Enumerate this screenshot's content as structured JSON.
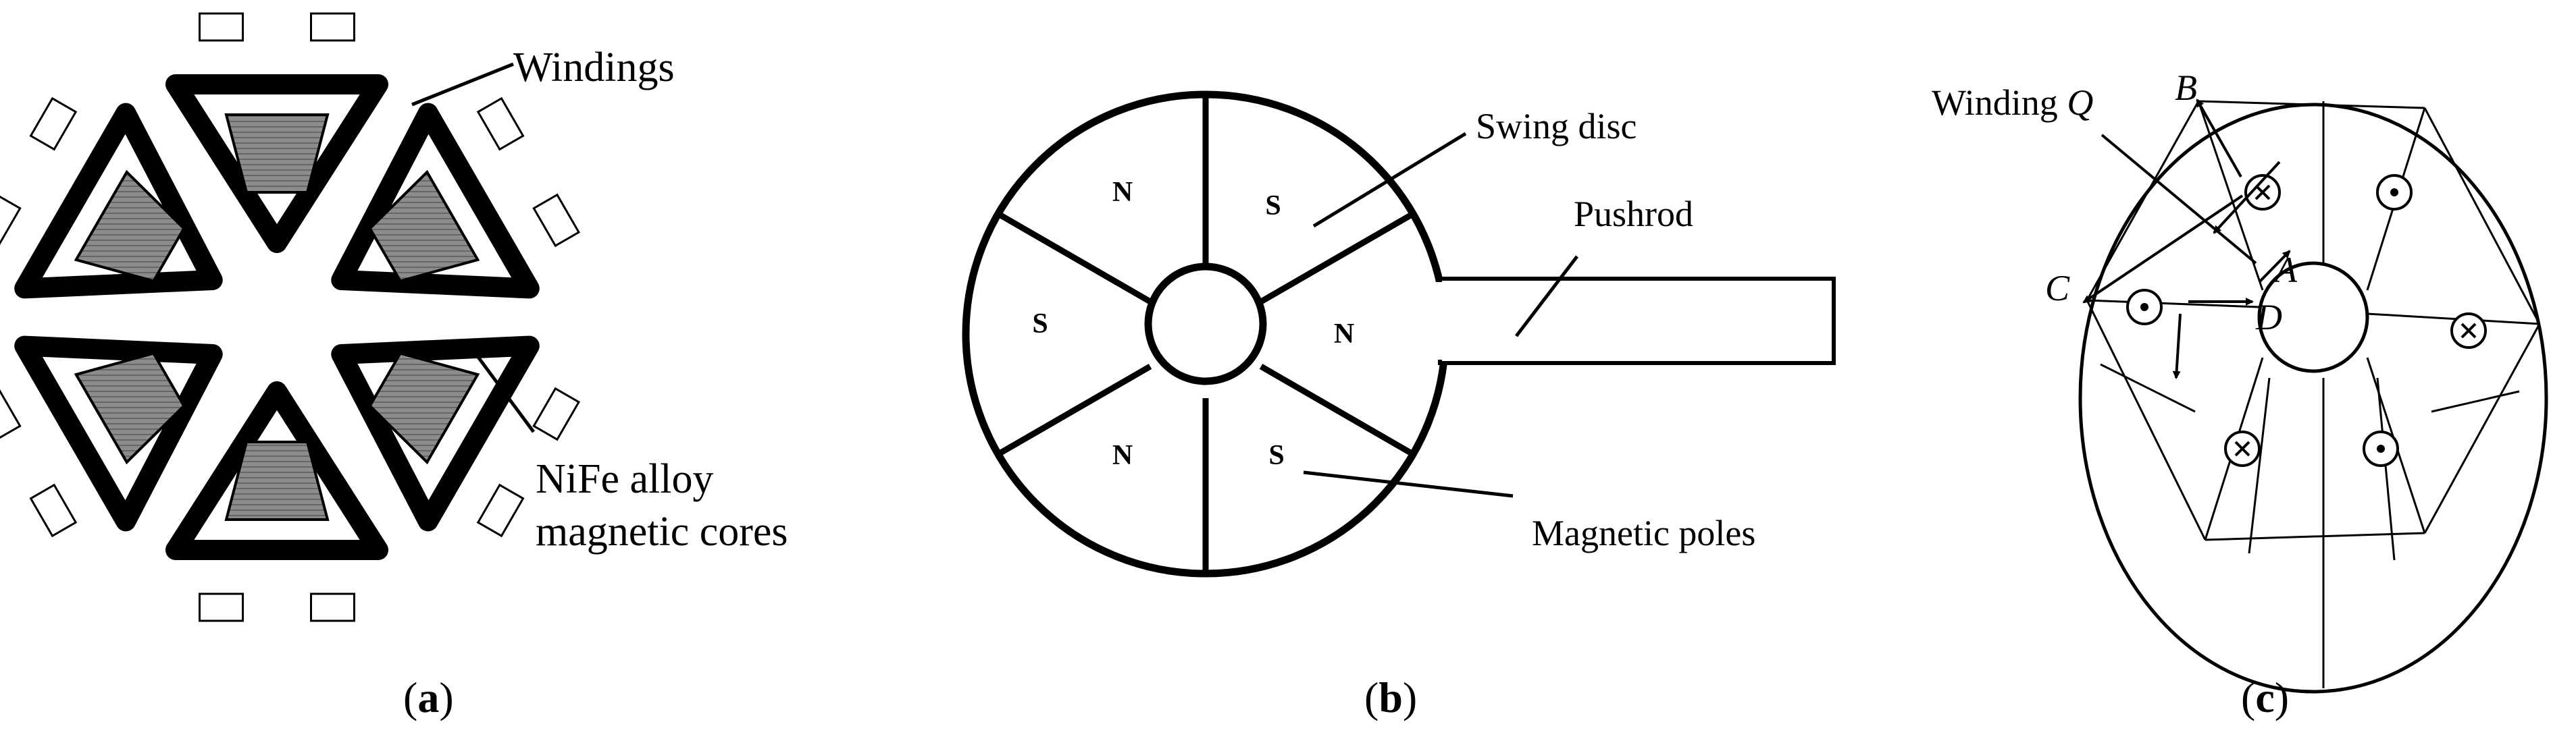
{
  "panel_a": {
    "caption_open": "(",
    "caption_letter": "a",
    "caption_close": ")",
    "label_windings": "Windings",
    "label_cores_line1": "NiFe alloy",
    "label_cores_line2": "magnetic cores",
    "colors": {
      "core_fill": "#8c8c8c",
      "winding": "#000000"
    }
  },
  "panel_b": {
    "caption_open": "(",
    "caption_letter": "b",
    "caption_close": ")",
    "label_swing_disc": "Swing disc",
    "label_pushrod": "Pushrod",
    "label_magnetic_poles": "Magnetic poles",
    "poles": [
      "N",
      "S",
      "N",
      "S",
      "N",
      "S"
    ]
  },
  "panel_c": {
    "caption_open": "(",
    "caption_letter": "c",
    "caption_close": ")",
    "label_winding": "Winding ",
    "label_winding_q": "Q",
    "point_labels": {
      "A": "A",
      "B": "B",
      "C": "C",
      "D": "D"
    },
    "current_symbols": {
      "out": "dot-in-circle-icon",
      "in": "cross-in-circle-icon"
    }
  }
}
